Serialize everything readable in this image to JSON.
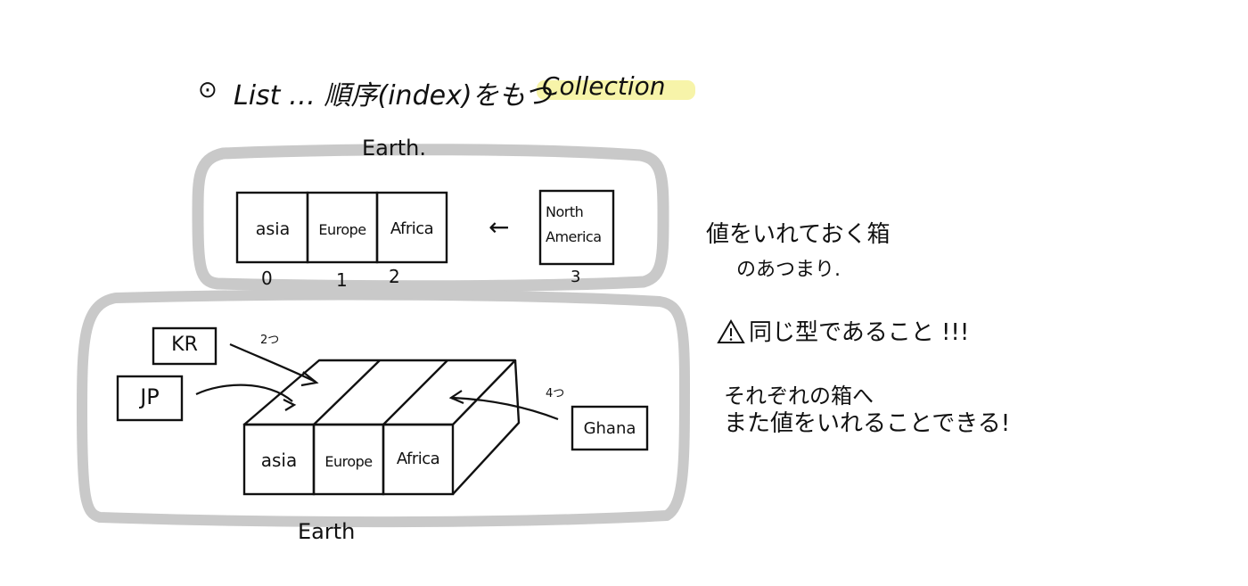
{
  "title": {
    "bullet": "⊙",
    "text": "List … 順序(index)をもつ",
    "highlight": "Collection",
    "highlight_color": "#f6f29a"
  },
  "list_diagram": {
    "container_label": "Earth.",
    "boxes": [
      "asia",
      "Europe",
      "Africa"
    ],
    "indexes": [
      "0",
      "1",
      "2"
    ],
    "arrow": "←",
    "incoming_box": "North America",
    "incoming_index": "3"
  },
  "nested_diagram": {
    "container_label": "Earth",
    "boxes": [
      "asia",
      "Europe",
      "Africa"
    ],
    "outside_items": [
      {
        "label": "KR"
      },
      {
        "label": "JP"
      },
      {
        "label": "Ghana"
      }
    ],
    "annotation_left": "2つ",
    "annotation_right": "4つ"
  },
  "notes": {
    "note1_line1": "値をいれておく箱",
    "note1_line2": "のあつまり.",
    "warning_icon": "warning-icon",
    "warning_text": "同じ型であること !!!",
    "note2_line1": "それぞれの箱へ",
    "note2_line2": "また値をいれることできる!"
  },
  "colors": {
    "ink": "#111111",
    "container_gray": "#c8c8c8",
    "highlight": "#f6f29a"
  }
}
